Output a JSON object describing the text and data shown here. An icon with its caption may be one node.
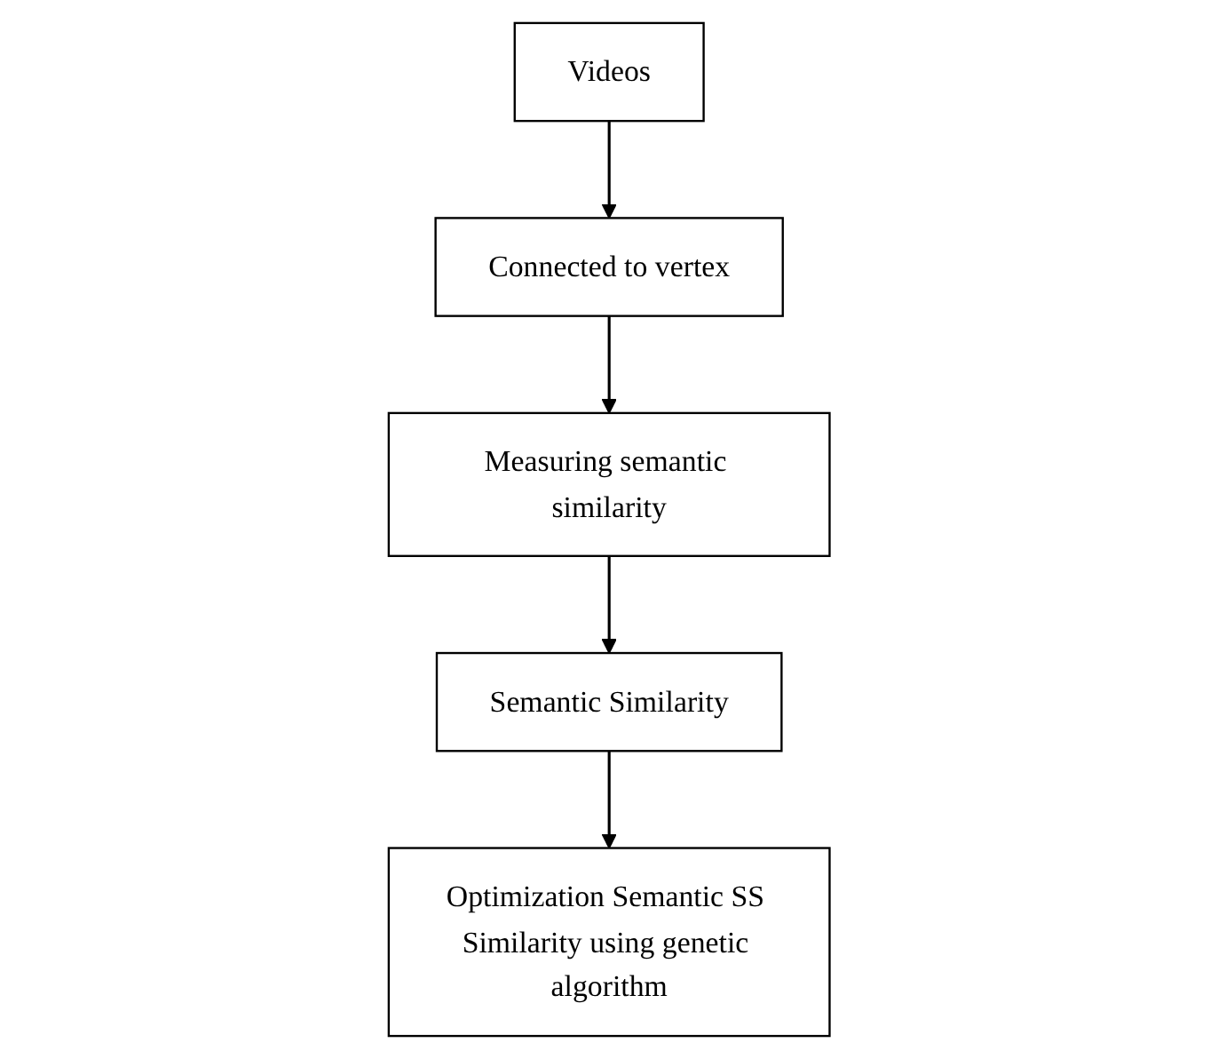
{
  "diagram": {
    "nodes": [
      {
        "text": [
          "Videos"
        ]
      },
      {
        "text": [
          "Connected to vertex"
        ]
      },
      {
        "text": [
          "Measuring semantic similarity"
        ]
      },
      {
        "text": [
          "Semantic Similarity"
        ]
      },
      {
        "text": [
          "Optimization Semantic SS Similarity using genetic algorithm"
        ]
      }
    ],
    "edges": [
      {
        "from": 0,
        "to": 1,
        "arrow": "to"
      },
      {
        "from": 1,
        "to": 2,
        "arrow": "to"
      },
      {
        "from": 2,
        "to": 3,
        "arrow": "to"
      },
      {
        "from": 3,
        "to": 4,
        "arrow": "to"
      }
    ]
  }
}
